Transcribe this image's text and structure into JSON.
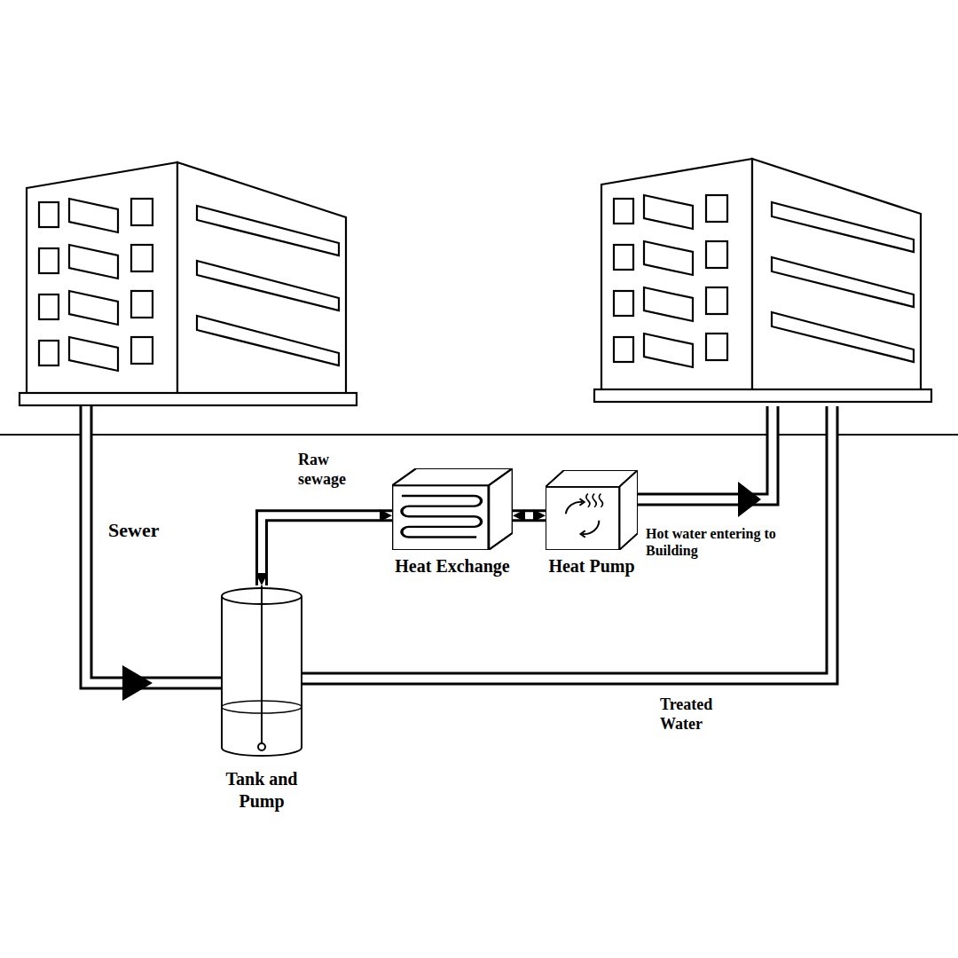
{
  "diagram": {
    "nodes": [
      {
        "text": [
          "Tank and Pump"
        ]
      },
      {
        "text": [
          "Heat Exchange"
        ]
      },
      {
        "text": [
          "Heat Pump"
        ]
      }
    ],
    "edges": [
      {
        "from": 0,
        "to": 1,
        "arrow": "both",
        "label": "Raw sewage"
      },
      {
        "from": 1,
        "to": 2,
        "arrow": "both"
      }
    ],
    "labels": [
      "Sewer",
      "Hot water entering to Building",
      "Treated Water"
    ]
  }
}
